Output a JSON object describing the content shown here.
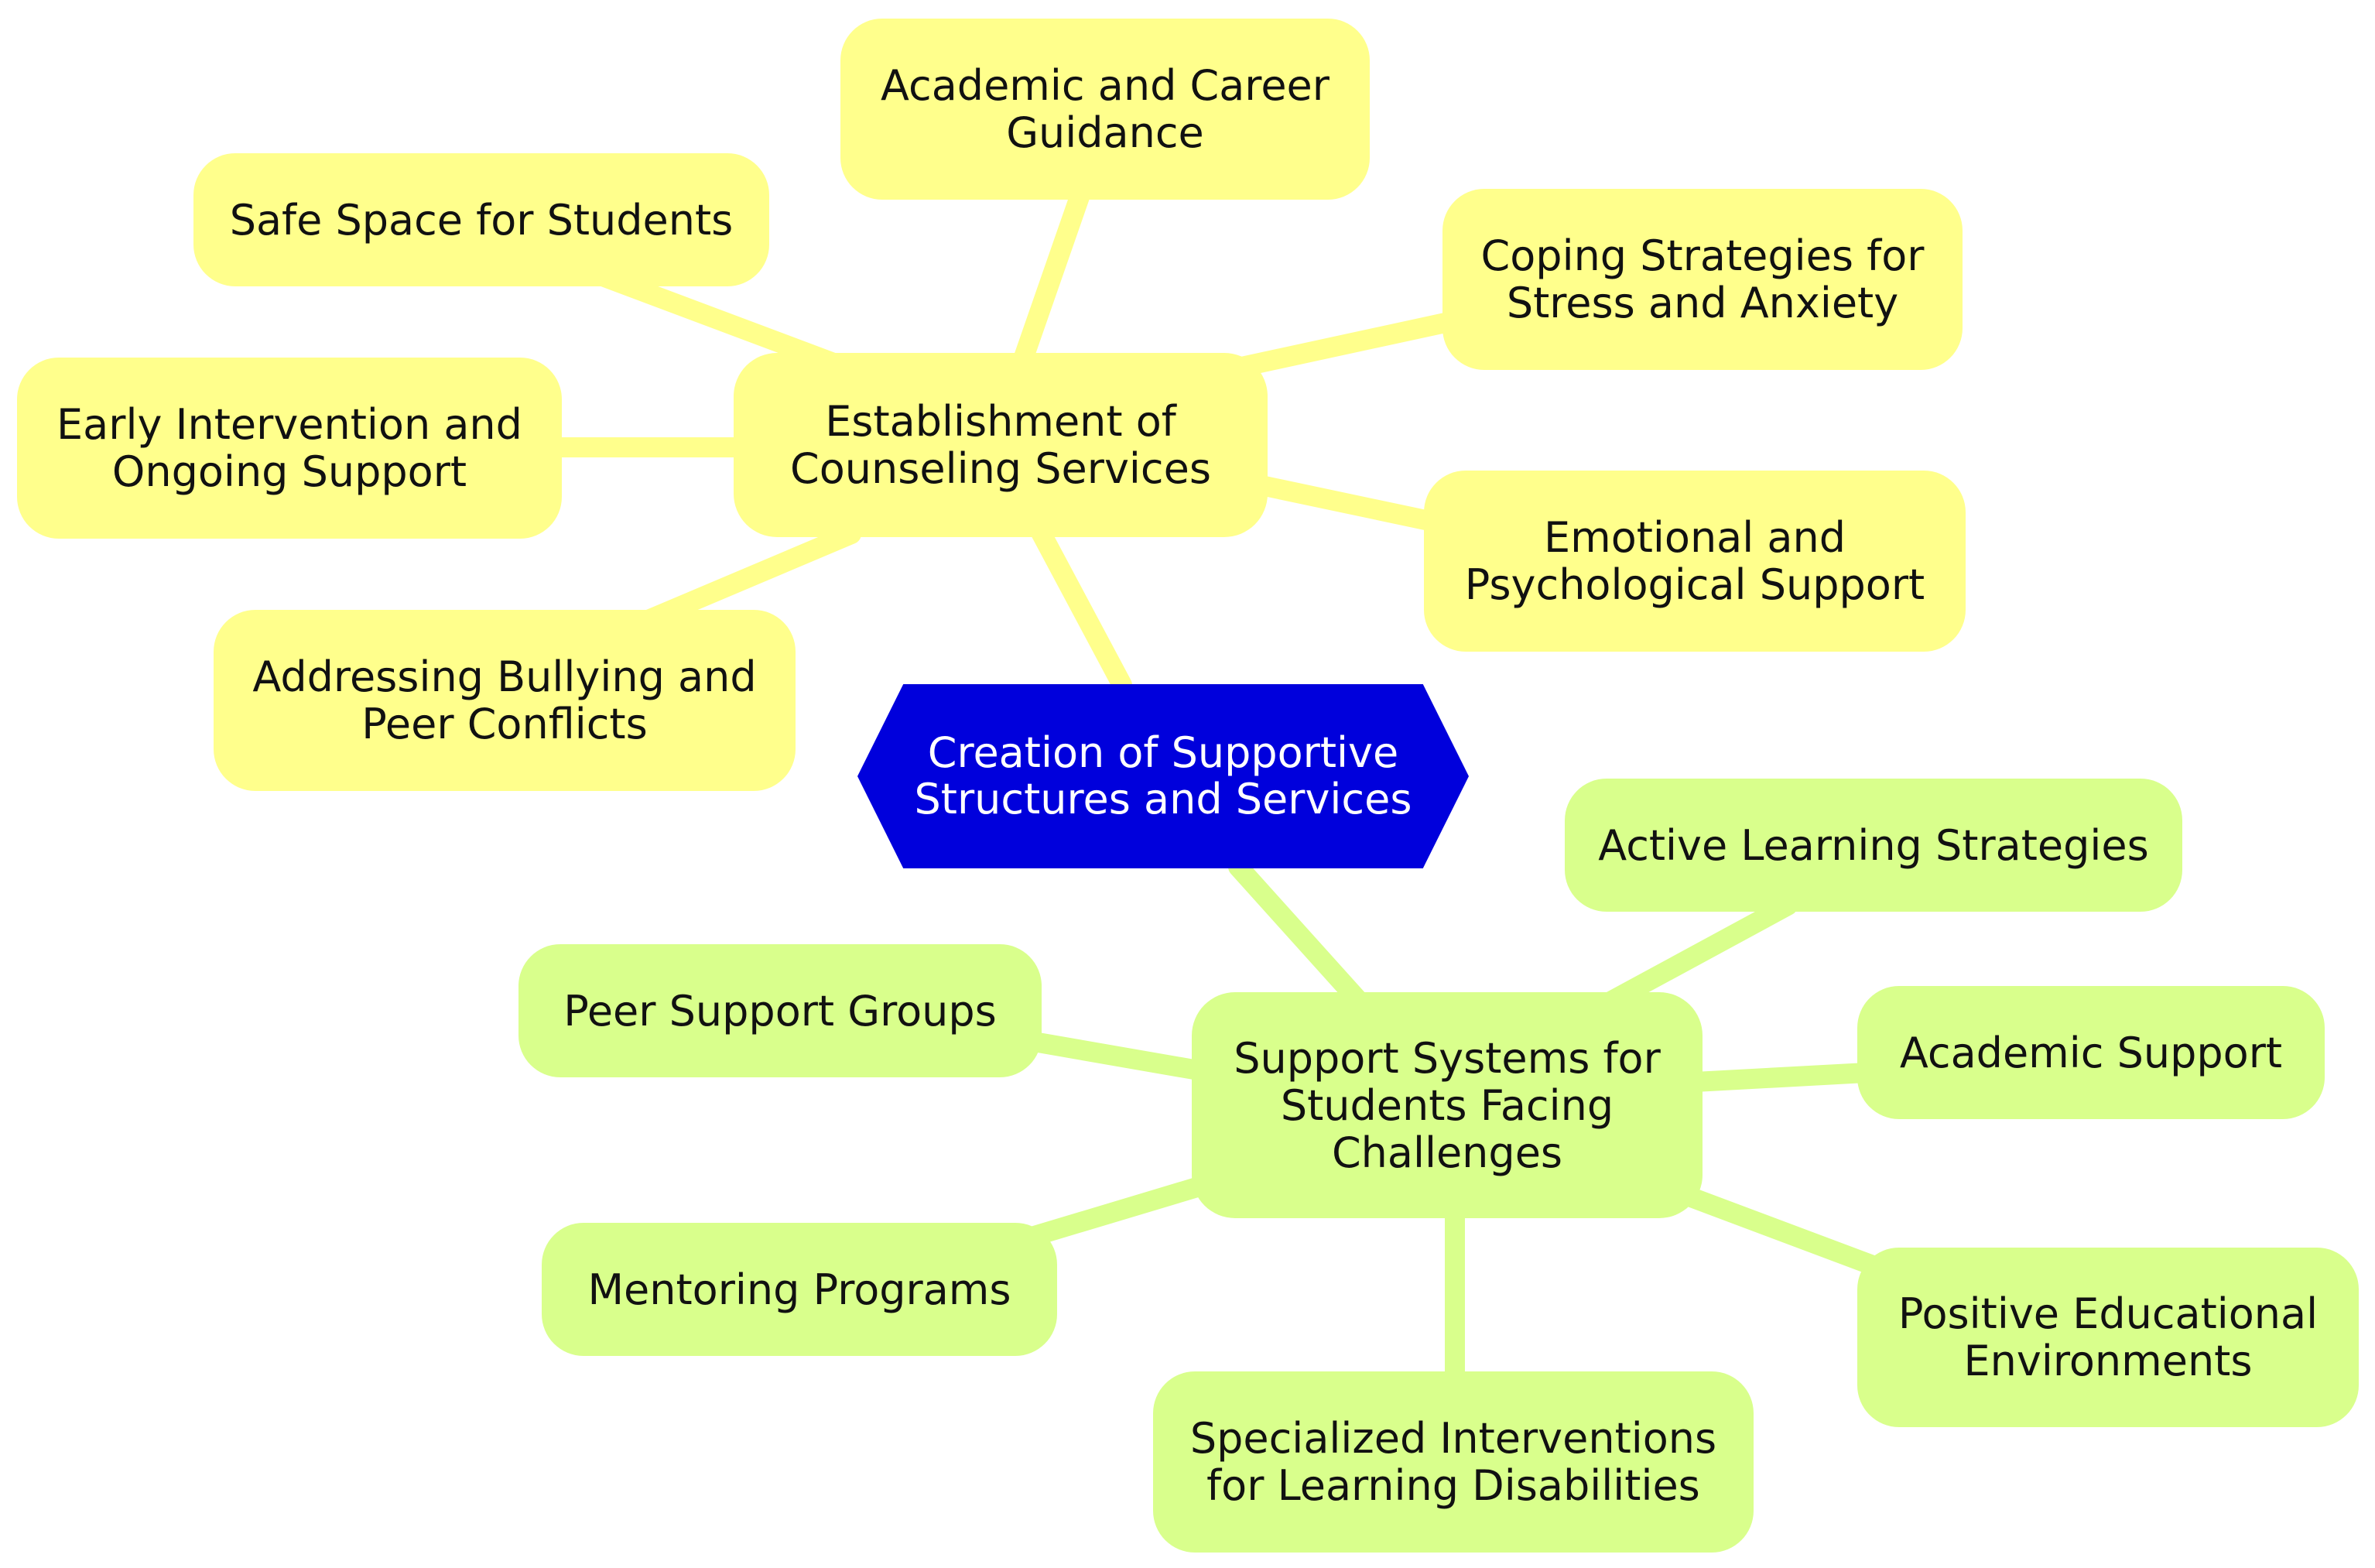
{
  "colors": {
    "center_fill": "#0000dc",
    "center_text": "#ffffff",
    "branch_yellow": "#ffff8c",
    "branch_green": "#d9ff8c"
  },
  "center": {
    "label": "Creation of Supportive\nStructures and Services"
  },
  "branch_counseling": {
    "label": "Establishment of\nCounseling Services",
    "children": {
      "academic_career": "Academic and Career\nGuidance",
      "safe_space": "Safe Space for Students",
      "coping": "Coping Strategies for\nStress and Anxiety",
      "early_intervention": "Early Intervention and\nOngoing Support",
      "emotional": "Emotional and\nPsychological Support",
      "bullying": "Addressing Bullying and\nPeer Conflicts"
    }
  },
  "branch_support": {
    "label": "Support Systems for\nStudents Facing\nChallenges",
    "children": {
      "active_learning": "Active Learning Strategies",
      "peer_groups": "Peer Support Groups",
      "academic_support": "Academic Support",
      "mentoring": "Mentoring Programs",
      "positive_env": "Positive Educational\nEnvironments",
      "specialized": "Specialized Interventions\nfor Learning Disabilities"
    }
  }
}
